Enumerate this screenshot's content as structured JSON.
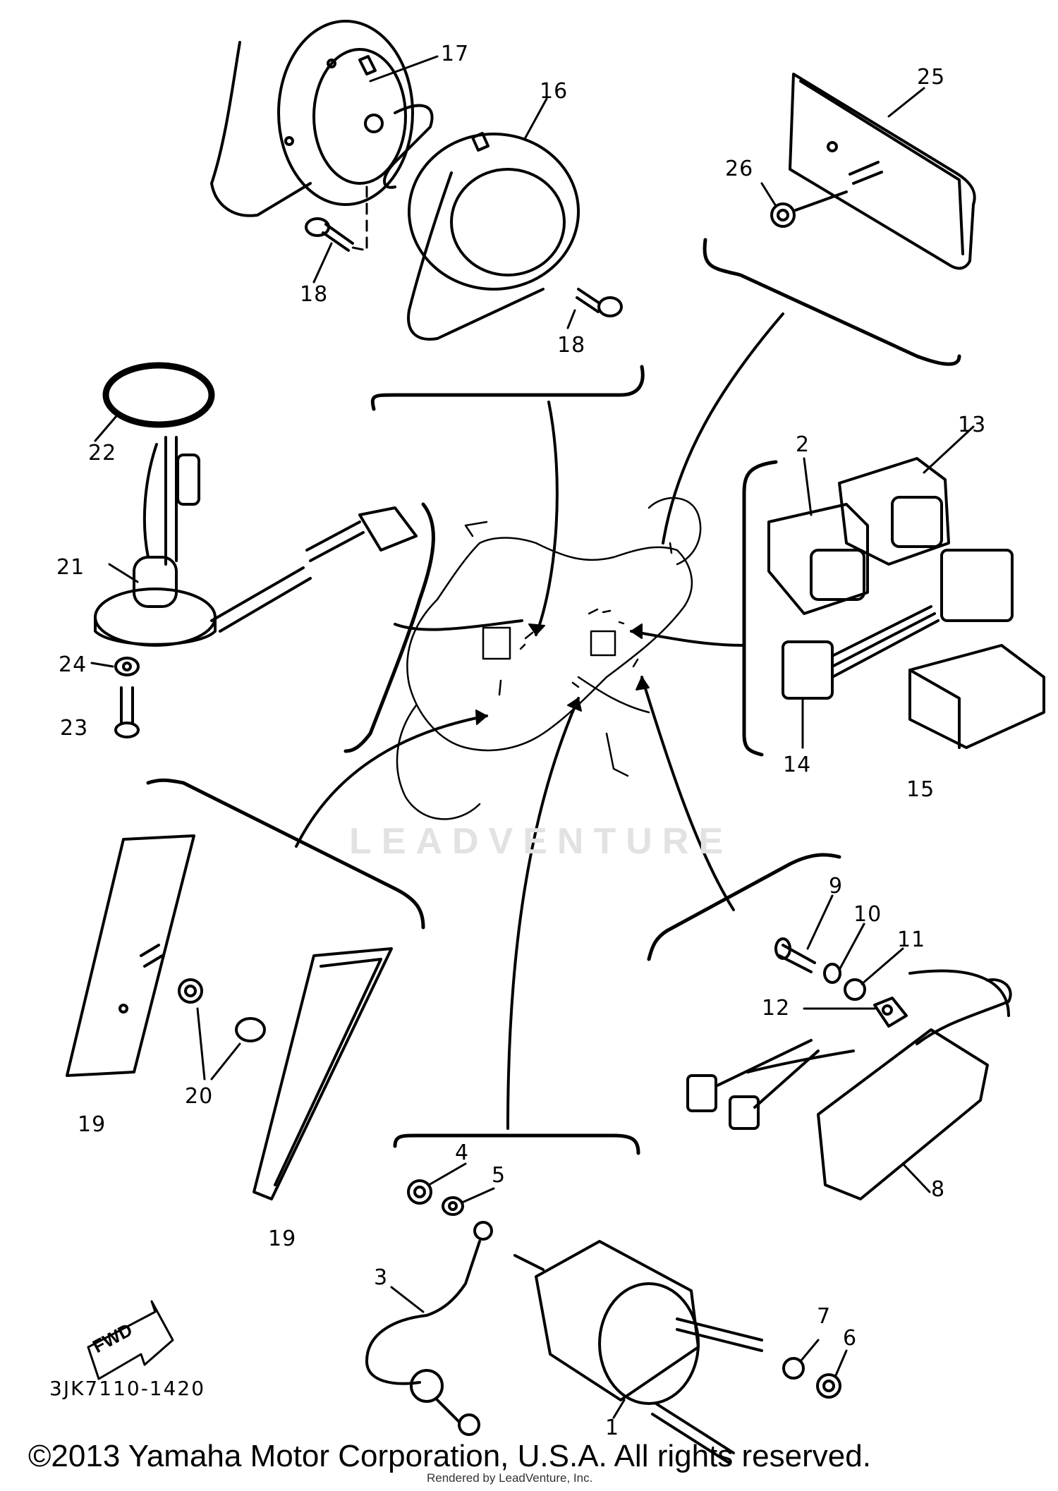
{
  "diagram_code": "3JK7110-1420",
  "copyright": "©2013 Yamaha Motor Corporation, U.S.A. All rights reserved.",
  "rendered_by": "Rendered by LeadVenture, Inc.",
  "watermark": "LEADVENTURE",
  "fwd_label": "FWD",
  "callouts": {
    "p1": "1",
    "p2": "2",
    "p3": "3",
    "p4": "4",
    "p5": "5",
    "p6": "6",
    "p7": "7",
    "p8": "8",
    "p9": "9",
    "p10": "10",
    "p11": "11",
    "p12": "12",
    "p13": "13",
    "p14": "14",
    "p15": "15",
    "p16": "16",
    "p17": "17",
    "p18a": "18",
    "p18b": "18",
    "p19a": "19",
    "p19b": "19",
    "p20": "20",
    "p21": "21",
    "p22": "22",
    "p23": "23",
    "p24": "24",
    "p25": "25",
    "p26": "26"
  }
}
